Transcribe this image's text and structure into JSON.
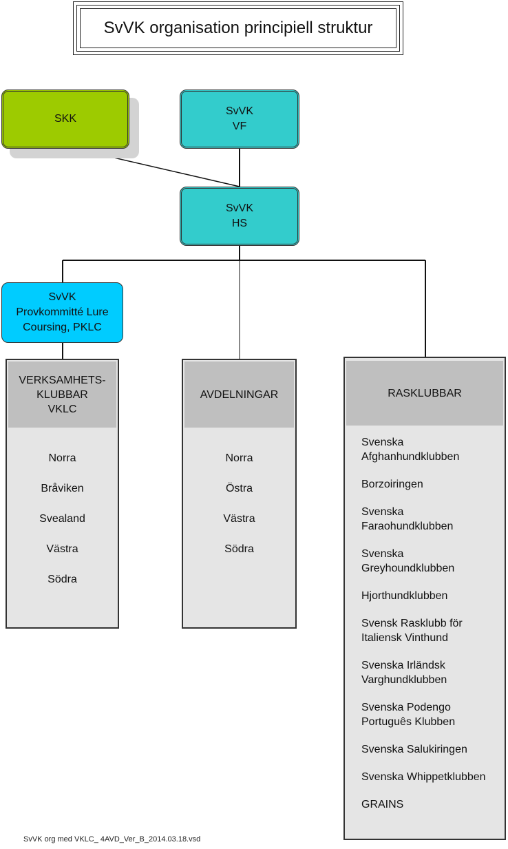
{
  "title": "SvVK organisation principiell struktur",
  "nodes": {
    "skk": "SKK",
    "vf": "SvVK\nVF",
    "hs": "SvVK\nHS",
    "pklc": "SvVK\nProvkommitté Lure\nCoursing, PKLC"
  },
  "columns": {
    "vklc": {
      "header": "VERKSAMHETS-\nKLUBBAR\nVKLC",
      "items": [
        "Norra",
        "Bråviken",
        "Svealand",
        "Västra",
        "Södra"
      ]
    },
    "avdelningar": {
      "header": "AVDELNINGAR",
      "items": [
        "Norra",
        "Östra",
        "Västra",
        "Södra"
      ]
    },
    "rasklubbar": {
      "header": "RASKLUBBAR",
      "items": [
        "Svenska\nAfghanhundklubben",
        "Borzoiringen",
        "Svenska\nFaraohundklubben",
        "Svenska\nGreyhoundklubben",
        "Hjorthundklubben",
        "Svensk Rasklubb för\nItaliensk Vinthund",
        "Svenska Irländsk\nVarghundklubben",
        "Svenska Podengo\nPortuguês Klubben",
        "Svenska Salukiringen",
        "Svenska Whippetklubben",
        "GRAINS"
      ]
    }
  },
  "footer": "SvVK org med VKLC_ 4AVD_Ver_B_2014.03.18.vsd",
  "colors": {
    "skk": "#9dcb00",
    "svvk": "#33cccc",
    "pklc": "#00ccff",
    "column_bg": "#e5e5e5",
    "column_header": "#bfbfbf"
  }
}
